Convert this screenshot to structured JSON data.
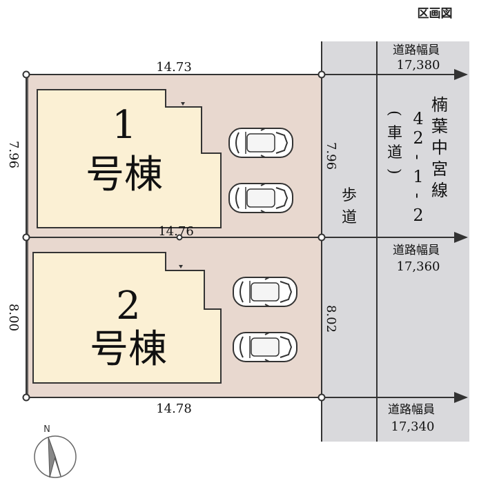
{
  "header": {
    "label": "区画図"
  },
  "lots": [
    {
      "number": "1",
      "name": "号棟",
      "top_width": "14.73",
      "bottom_width": "14.76",
      "left_depth": "7.96",
      "right_depth": "7.96"
    },
    {
      "number": "2",
      "name": "号棟",
      "bottom_width": "14.78",
      "left_depth": "8.00",
      "right_depth": "8.02"
    }
  ],
  "sidewalk": {
    "label": "歩道"
  },
  "road": {
    "name": "楠葉中宮線",
    "number": "42-1-2",
    "type": "(車道)",
    "width_caption": "道路幅員",
    "widths": [
      "17,380",
      "17,360",
      "17,340"
    ]
  },
  "compass": {
    "north": "N"
  },
  "colors": {
    "lot_fill": "#e8d8cf",
    "building_fill": "#fbf0d4",
    "road_fill": "#d9d9dc",
    "line": "#333333"
  }
}
